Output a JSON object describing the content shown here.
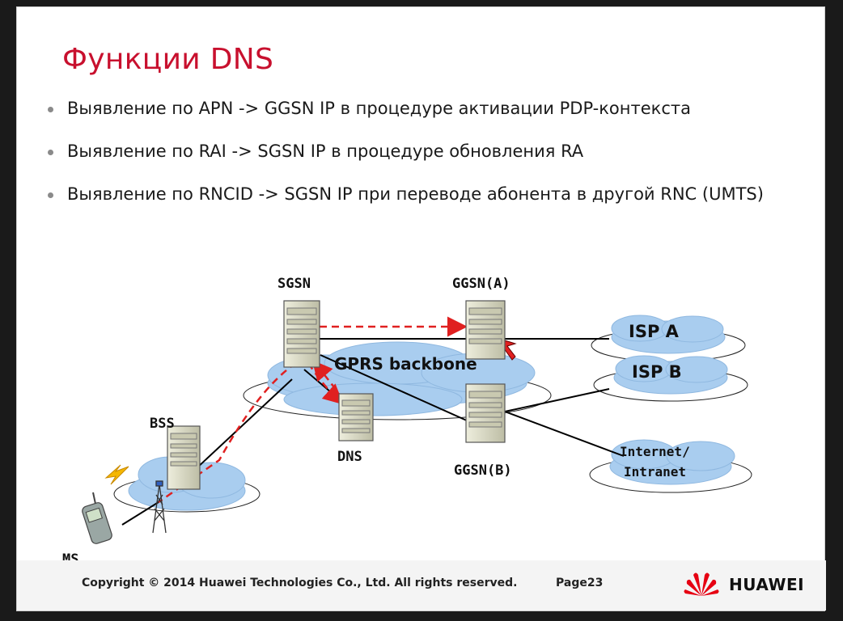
{
  "slide": {
    "title": "Функции DNS",
    "bullets": [
      "Выявление по APN -> GGSN IP в процедуре активации PDP-контекста",
      "Выявление по RAI -> SGSN IP в процедуре обновления RA",
      "Выявление по RNCID -> SGSN IP при переводе абонента в другой RNC (UMTS)"
    ]
  },
  "diagram": {
    "nodes": {
      "sgsn": "SGSN",
      "ggsn_a": "GGSN(A)",
      "ggsn_b": "GGSN(B)",
      "dns": "DNS",
      "bss": "BSS",
      "ms": "MS"
    },
    "clouds": {
      "backbone": "GPRS backbone",
      "isp_a": "ISP A",
      "isp_b": "ISP B",
      "internet": "Internet/",
      "intranet": "Intranet"
    },
    "colors": {
      "cloud": "#a9cdef",
      "server": "#d9d9c4",
      "signal_dashed": "#e02020",
      "link": "#000000"
    }
  },
  "footer": {
    "copyright": "Copyright © 2014 Huawei Technologies Co., Ltd. All rights reserved.",
    "page": "Page23",
    "brand": "HUAWEI",
    "brand_color": "#e60012"
  }
}
